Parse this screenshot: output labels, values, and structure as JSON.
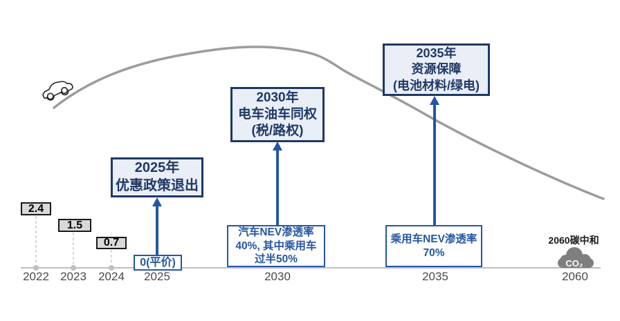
{
  "colors": {
    "navy": "#1F3864",
    "blue": "#2456A4",
    "policy_box_fill": "#E9EEF7",
    "value_chip_fill": "#D9D9D9",
    "curve_gray": "#9C9C9C",
    "axis_gray": "#BFBFBF",
    "cloud_gray": "#7F7F7F",
    "year_text": "#4A4A4A"
  },
  "timeline": {
    "years": [
      "2022",
      "2023",
      "2024",
      "2025",
      "2030",
      "2035",
      "2060"
    ]
  },
  "values": {
    "v2022": "2.4",
    "v2023": "1.5",
    "v2024": "0.7",
    "parity": "0(平价)"
  },
  "milestones": {
    "m2025": {
      "year": "2025年",
      "line1": "优惠政策退出"
    },
    "m2030": {
      "year": "2030年",
      "line1": "电车油车同权",
      "line2": "(税/路权)"
    },
    "m2035": {
      "year": "2035年",
      "line1": "资源保障",
      "line2": "(电池材料/绿电)"
    }
  },
  "penetration": {
    "nev2030_l1": "汽车NEV渗透率",
    "nev2030_l2": "40%, 其中乘用车",
    "nev2030_l3": "过半50%",
    "nev2035_l1": "乘用车NEV渗透率",
    "nev2035_l2": "70%"
  },
  "carbon": {
    "label": "2060碳中和",
    "co2": "CO₂"
  },
  "icons": {
    "car": "car-doodle-icon",
    "cloud": "co2-cloud-icon"
  }
}
